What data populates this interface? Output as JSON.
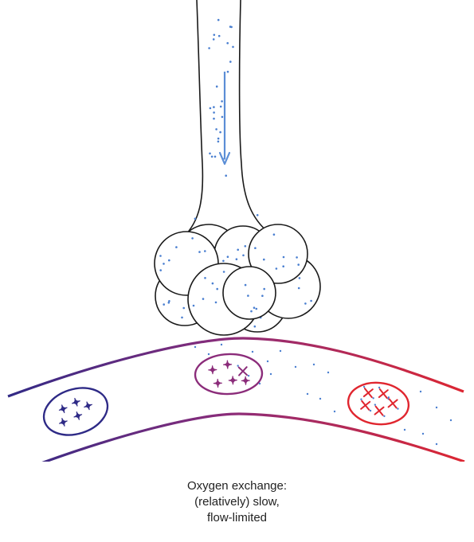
{
  "caption": {
    "line1": "Oxygen exchange:",
    "line2": "(relatively) slow,",
    "line3": "flow-limited"
  },
  "colors": {
    "outline": "#1a1a1a",
    "oxygen_dot": "#4a7fd0",
    "flow_arrow": "#5b8ed6",
    "vessel_start": "#2e2a86",
    "vessel_mid": "#8b2c7a",
    "vessel_end": "#e0262f",
    "cell_deoxygenated": "#2e2a86",
    "cell_partial": "#8b2c7a",
    "cell_oxygenated": "#e0262f"
  },
  "icons": {
    "flow_direction": "down-arrow-icon",
    "hemoglobin_mark": "four-point-star-icon"
  }
}
